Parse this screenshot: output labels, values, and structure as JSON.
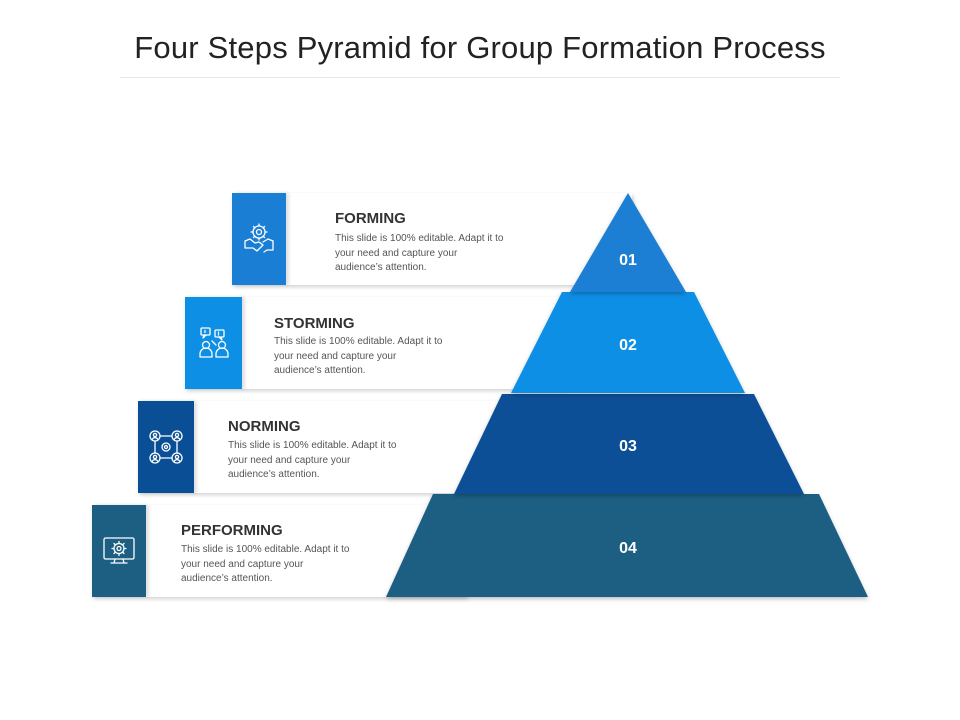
{
  "title": "Four Steps Pyramid for Group Formation Process",
  "colors": {
    "step1": "#1a7fd4",
    "step2": "#0d8fe6",
    "step3": "#0a4f96",
    "step4": "#1c5f82"
  },
  "steps": [
    {
      "number": "01",
      "title": "FORMING",
      "desc_lines": [
        "This slide is 100% editable. Adapt it to",
        "your need and capture your",
        "audience’s attention."
      ],
      "icon": "handshake-gear-icon"
    },
    {
      "number": "02",
      "title": "STORMING",
      "desc_lines": [
        "This slide is 100% editable. Adapt it to",
        "your need and capture your",
        "audience’s attention."
      ],
      "icon": "people-chat-icon"
    },
    {
      "number": "03",
      "title": "NORMING",
      "desc_lines": [
        "This slide is 100% editable. Adapt it to",
        "your need and capture your",
        "audience’s attention."
      ],
      "icon": "network-people-icon"
    },
    {
      "number": "04",
      "title": "PERFORMING",
      "desc_lines": [
        "This slide is 100% editable. Adapt it to",
        "your need and capture your",
        "audience’s attention."
      ],
      "icon": "monitor-gear-icon"
    }
  ]
}
